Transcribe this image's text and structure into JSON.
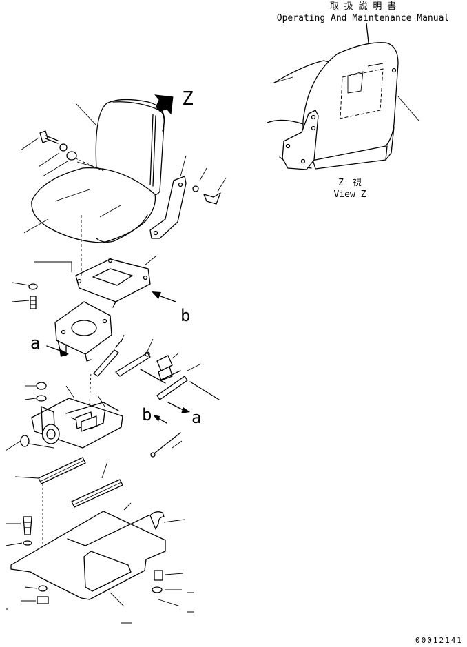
{
  "manual_note": {
    "japanese": "取 扱 説 明 書",
    "english": "Operating And Maintenance Manual"
  },
  "view_caption": {
    "japanese": "Z　視",
    "english": "View Z"
  },
  "view_letters": {
    "z": "Z",
    "a_left": "a",
    "b_right": "b",
    "b_lower": "b",
    "a_lower": "a"
  },
  "drawing_number": "00012141"
}
